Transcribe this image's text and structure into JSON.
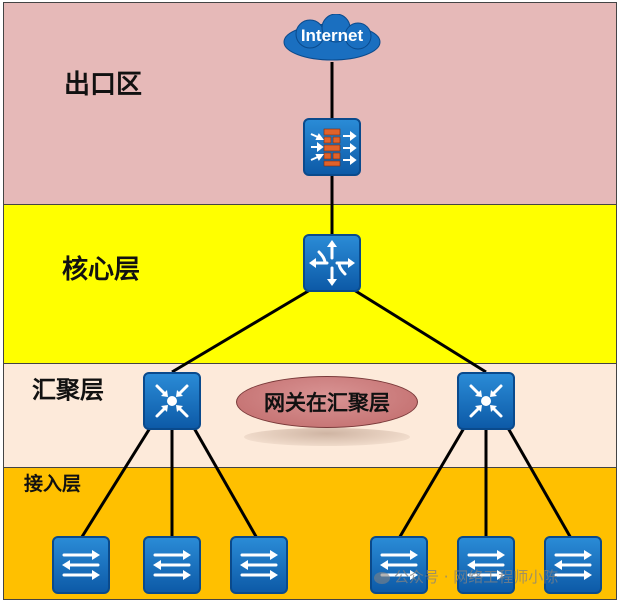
{
  "layers": {
    "exit": "出口区",
    "core": "核心层",
    "aggregation": "汇聚层",
    "access": "接入层"
  },
  "cloud": {
    "label": "Internet",
    "icon": "cloud-icon"
  },
  "devices": {
    "firewall": "firewall-icon",
    "core_router": "router-icon",
    "aggregation_switches": [
      "aggregation-switch-icon",
      "aggregation-switch-icon"
    ],
    "access_switches": [
      "switch-icon",
      "switch-icon",
      "switch-icon",
      "switch-icon",
      "switch-icon",
      "switch-icon"
    ]
  },
  "note": "网关在汇聚层",
  "watermark": "公众号 · 网络工程师小陈",
  "colors": {
    "exit_zone": "#e6b9b8",
    "core_zone": "#ffff00",
    "aggregation_zone": "#fdeada",
    "access_zone": "#ffc000",
    "device": "#1a6fc0",
    "firewall_bricks": "#e0622a"
  }
}
